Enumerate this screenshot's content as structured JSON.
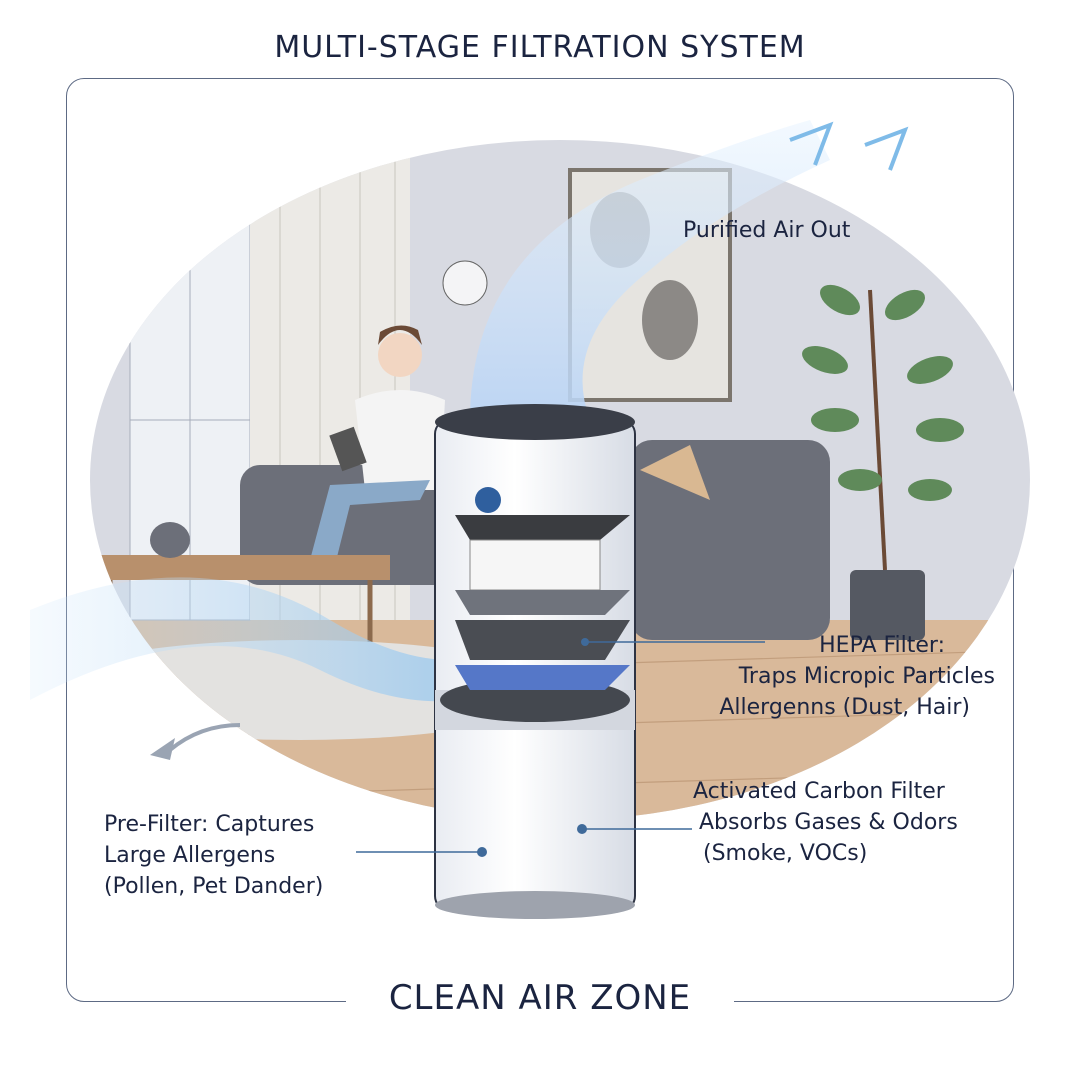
{
  "header": {
    "title": "MULTI-STAGE FILTRATION SYSTEM"
  },
  "footer": {
    "title": "CLEAN AIR ZONE"
  },
  "callouts": {
    "outflow": "Purified Air Out",
    "hepa": {
      "line1": "HEPA Filter:",
      "line2": "Traps Micropic Particles",
      "line3": "Allergenns (Dust, Hair)"
    },
    "carbon": {
      "line1": "Activated Carbon Filter",
      "line2": "Absorbs Gases & Odors",
      "line3": "(Smoke, VOCs)"
    },
    "prefilter": {
      "line1": "Pre-Filter: Captures",
      "line2": "Large Allergens",
      "line3": "(Pollen, Pet Dander)"
    }
  },
  "colors": {
    "text": "#1b2440",
    "leader": "#3f6a9a",
    "air": "#9cc8ec",
    "wall": "#d8dae2",
    "floor": "#d9b99a"
  }
}
